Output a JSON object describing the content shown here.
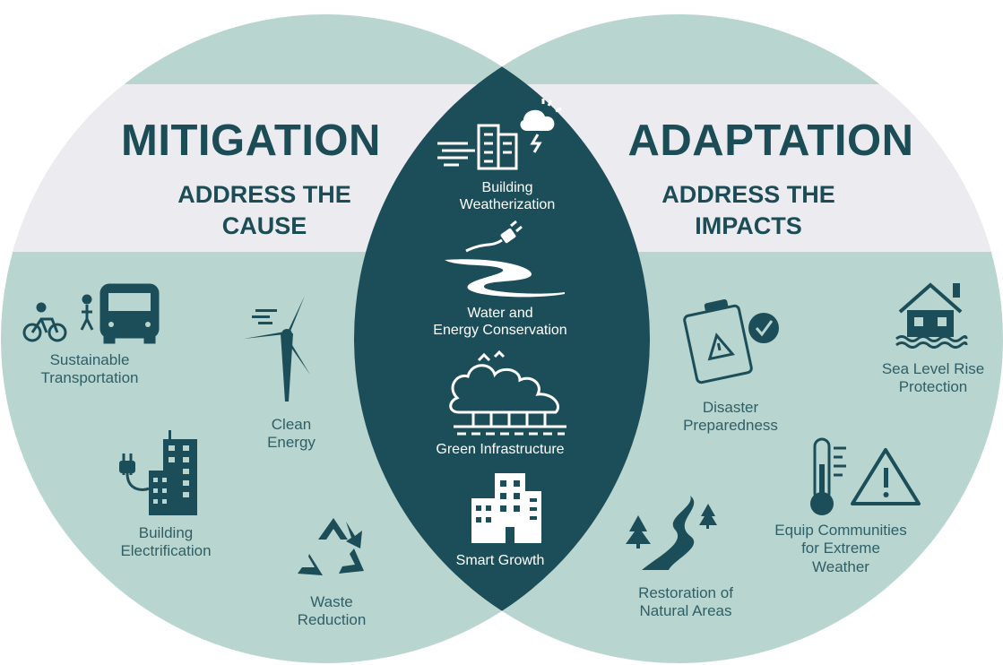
{
  "colors": {
    "circle": "#b9d5cf",
    "overlap": "#1c4e59",
    "band": "#ecebf0",
    "dark_text": "#1c4d57",
    "label_text": "#2f5f66",
    "overlap_text": "#ffffff"
  },
  "mitigation": {
    "title": "MITIGATION",
    "subtitle_line1": "ADDRESS THE",
    "subtitle_line2": "CAUSE",
    "items": [
      {
        "icon": "bike-walk-bus-icon",
        "line1": "Sustainable",
        "line2": "Transportation"
      },
      {
        "icon": "wind-turbine-icon",
        "line1": "Clean",
        "line2": "Energy"
      },
      {
        "icon": "plug-building-icon",
        "line1": "Building",
        "line2": "Electrification"
      },
      {
        "icon": "recycle-icon",
        "line1": "Waste",
        "line2": "Reduction"
      }
    ]
  },
  "overlap": {
    "items": [
      {
        "icon": "building-weather-icon",
        "line1": "Building",
        "line2": "Weatherization"
      },
      {
        "icon": "river-plug-icon",
        "line1": "Water and",
        "line2": "Energy Conservation"
      },
      {
        "icon": "trees-icon",
        "line1": "Green Infrastructure",
        "line2": ""
      },
      {
        "icon": "city-buildings-icon",
        "line1": "Smart Growth",
        "line2": ""
      }
    ]
  },
  "adaptation": {
    "title": "ADAPTATION",
    "subtitle_line1": "ADDRESS THE",
    "subtitle_line2": "IMPACTS",
    "items": [
      {
        "icon": "clipboard-warning-icon",
        "line1": "Disaster",
        "line2": "Preparedness"
      },
      {
        "icon": "flooded-house-icon",
        "line1": "Sea Level Rise",
        "line2": "Protection"
      },
      {
        "icon": "thermometer-warning-icon",
        "line1": "Equip Communities",
        "line2": "for Extreme",
        "line3": "Weather"
      },
      {
        "icon": "river-trees-icon",
        "line1": "Restoration of",
        "line2": "Natural Areas"
      }
    ]
  }
}
